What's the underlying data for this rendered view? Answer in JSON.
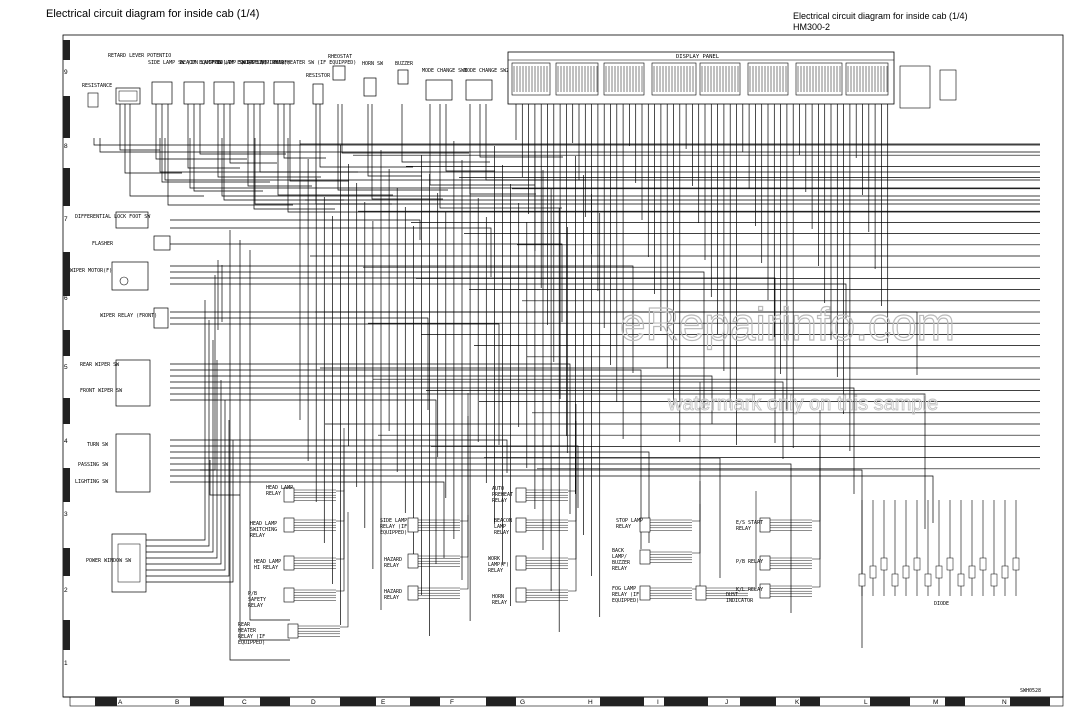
{
  "header": {
    "title_left": "Electrical circuit diagram for inside cab (1/4)",
    "title_right": "Electrical circuit diagram for inside cab (1/4)",
    "model": "HM300-2"
  },
  "ruler": {
    "rows": [
      "9",
      "8",
      "7",
      "6",
      "5",
      "4",
      "3",
      "2",
      "1"
    ],
    "columns": [
      "A",
      "B",
      "C",
      "D",
      "E",
      "F",
      "G",
      "H",
      "I",
      "J",
      "K",
      "L",
      "M",
      "N"
    ]
  },
  "components_top": [
    {
      "id": "retard",
      "label": "RETARD LEVER POTENTIO"
    },
    {
      "id": "resistance",
      "label": "RESISTANCE"
    },
    {
      "id": "side-lamp",
      "label": "SIDE LAMP SW (IF EQUIPPED)"
    },
    {
      "id": "beacon-sw",
      "label": "BEACON LAMP SW (IF EQUIPPED)"
    },
    {
      "id": "fog-sw",
      "label": "FOG LAMP SW (IF EQUIPPED)"
    },
    {
      "id": "work-sw",
      "label": "WORK LAMP SW (F)"
    },
    {
      "id": "rear-heater-sw",
      "label": "REAR HEATER SW (IF EQUIPPED)"
    },
    {
      "id": "resistor",
      "label": "RESISTOR"
    },
    {
      "id": "rheostat",
      "label": "RHEOSTAT"
    },
    {
      "id": "horn-sw",
      "label": "HORN SW"
    },
    {
      "id": "buzzer",
      "label": "BUZZER"
    },
    {
      "id": "mode-sw1",
      "label": "MODE CHANGE SW1"
    },
    {
      "id": "mode-sw2",
      "label": "MODE CHANGE SW2"
    }
  ],
  "display_panel": {
    "label": "DISPLAY PANEL"
  },
  "components_left": [
    {
      "id": "diff-lock",
      "label": "DIFFERENTIAL LOCK FOOT SW"
    },
    {
      "id": "flasher",
      "label": "FLASHER"
    },
    {
      "id": "wiper-motor",
      "label": "WIPER MOTOR(F)"
    },
    {
      "id": "wiper-relay",
      "label": "WIPER RELAY (FRONT)"
    },
    {
      "id": "rear-wiper",
      "label": "REAR WIPER SW"
    },
    {
      "id": "front-wiper",
      "label": "FRONT WIPER SW"
    },
    {
      "id": "turn-sw",
      "label": "TURN SW"
    },
    {
      "id": "passing-sw",
      "label": "PASSING SW"
    },
    {
      "id": "lighting-sw",
      "label": "LIGHTING SW"
    },
    {
      "id": "power-window",
      "label": "POWER WINDOW SW"
    }
  ],
  "relays": [
    {
      "id": "head-lamp-relay",
      "label": "HEAD LAMP RELAY"
    },
    {
      "id": "head-lamp-switching",
      "label": "HEAD LAMP SWITCHING RELAY"
    },
    {
      "id": "head-lamp-hi",
      "label": "HEAD LAMP HI RELAY"
    },
    {
      "id": "pb-safety",
      "label": "P/B SAFETY RELAY"
    },
    {
      "id": "rear-heater-relay",
      "label": "REAR HEATER RELAY (IF EQUIPPED)"
    },
    {
      "id": "side-lamp-relay",
      "label": "SIDE LAMP RELAY (IF EQUIPPED)"
    },
    {
      "id": "hazard-relay-1",
      "label": "HAZARD RELAY"
    },
    {
      "id": "hazard-relay-2",
      "label": "HAZARD RELAY"
    },
    {
      "id": "auto-preheat",
      "label": "AUTO PREHEAT RELAY"
    },
    {
      "id": "beacon-relay",
      "label": "BEACON LAMP RELAY"
    },
    {
      "id": "work-lamp-relay",
      "label": "WORK LAMP(F) RELAY"
    },
    {
      "id": "horn-relay",
      "label": "HORN RELAY"
    },
    {
      "id": "stop-lamp",
      "label": "STOP LAMP RELAY"
    },
    {
      "id": "back-lamp",
      "label": "BACK LAMP/ BUZZER RELAY"
    },
    {
      "id": "fog-lamp",
      "label": "FOG LAMP RELAY (IF EQUIPPED)"
    },
    {
      "id": "dust-indicator",
      "label": "DUST INDICATOR"
    },
    {
      "id": "es-start",
      "label": "E/S START RELAY"
    },
    {
      "id": "pb-relay",
      "label": "P/B RELAY"
    },
    {
      "id": "kl-relay",
      "label": "K/L RELAY"
    }
  ],
  "diode_label": "DIODE",
  "watermark": {
    "line1": "eRepairinfo.com",
    "line2": "watermark only on this sample"
  },
  "drawing_number": "SWH0528"
}
